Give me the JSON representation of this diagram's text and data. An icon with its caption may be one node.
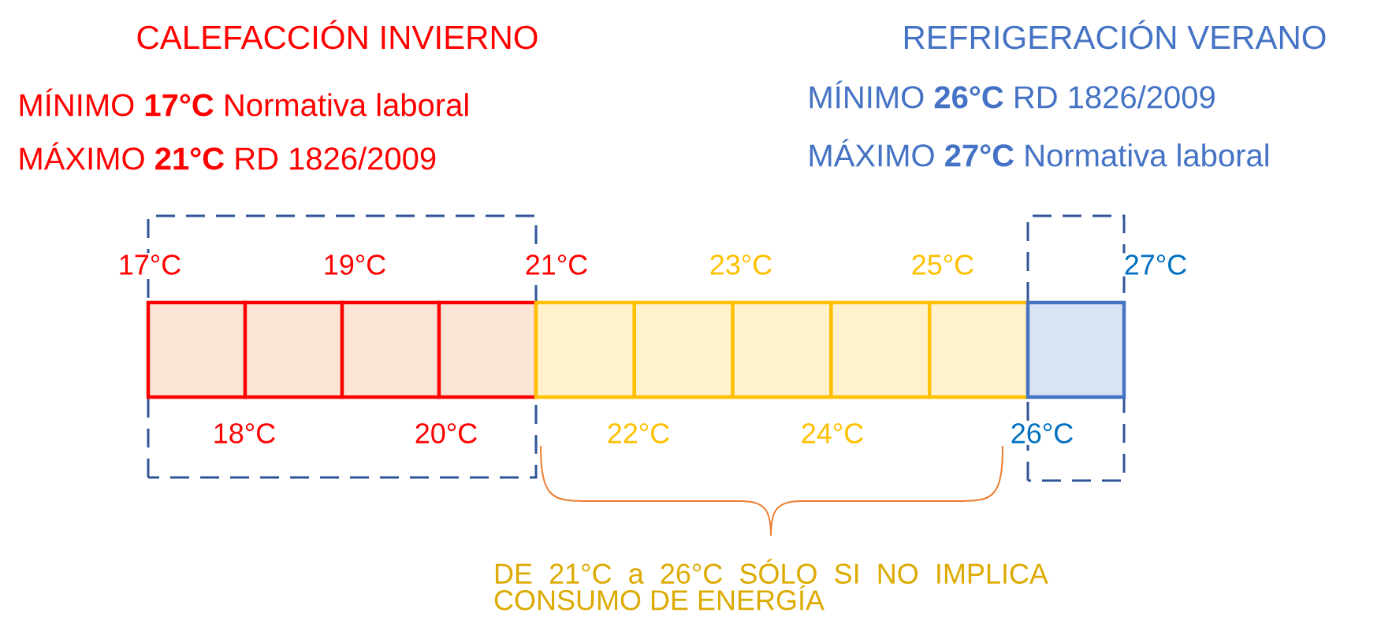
{
  "diagram": {
    "labels": [
      "CALEFACCIÓN INVIERNO",
      "MÍNIMO **17°C** Normativa laboral",
      "MÁXIMO **21°C** RD 1826/2009",
      "REFRIGERACIÓN VERANO",
      "MÍNIMO **26°C** RD 1826/2009",
      "MÁXIMO **27°C** Normativa laboral",
      "17°C",
      "19°C",
      "21°C",
      "23°C",
      "25°C",
      "27°C",
      "18°C",
      "20°C",
      "22°C",
      "24°C",
      "26°C",
      "DE 21°C a 26°C SÓLO SI NO IMPLICA CONSUMO DE ENERGÍA"
    ]
  }
}
